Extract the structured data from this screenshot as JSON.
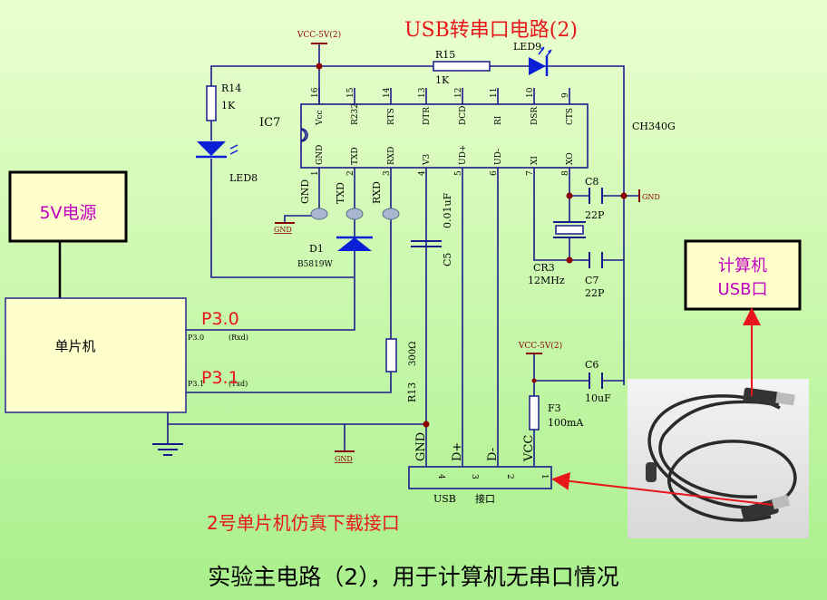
{
  "title": "USB转串口电路(2)",
  "caption": "实验主电路（2），用于计算机无串口情况",
  "bottom_label": "2号单片机仿真下载接口",
  "power_box": "5V电源",
  "mcu_box": "单片机",
  "pc_box": {
    "line1": "计算机",
    "line2": "USB口"
  },
  "p30": "P3.0",
  "p31": "P3.1",
  "p30_small": "P3.0",
  "rxd_small": "(Rxd)",
  "p31_small": "P3.1",
  "txd_small": "(Txd)",
  "ic": {
    "name": "IC7",
    "part": "CH340G",
    "top_nums": [
      "16",
      "15",
      "14",
      "13",
      "12",
      "11",
      "10",
      "9"
    ],
    "top_pins": [
      "Vcc",
      "R232",
      "RTS",
      "DTR",
      "DCD",
      "RI",
      "DSR",
      "CTS"
    ],
    "bot_nums": [
      "1",
      "2",
      "3",
      "4",
      "5",
      "6",
      "7",
      "8"
    ],
    "bot_pins": [
      "GND",
      "TXD",
      "RXD",
      "V3",
      "UD+",
      "UD-",
      "XI",
      "XO"
    ]
  },
  "vcc_top": "VCC-5V(2)",
  "vcc_mid": "VCC-5V(2)",
  "r15": {
    "ref": "R15",
    "val": "1K"
  },
  "led9": "LED9",
  "r14": {
    "ref": "R14",
    "val": "1K"
  },
  "led8": "LED8",
  "d1": {
    "ref": "D1",
    "val": "B5819W"
  },
  "tp": {
    "gnd": "GND",
    "txd": "TXD",
    "rxd": "RXD"
  },
  "gnd": "GND",
  "c5": {
    "ref": "C5",
    "val": "0.01uF"
  },
  "c8": {
    "ref": "C8",
    "val": "22P"
  },
  "c7": {
    "ref": "C7",
    "val": "22P"
  },
  "cr3": {
    "ref": "CR3",
    "val": "12MHz"
  },
  "c6": {
    "ref": "C6",
    "val": "10uF"
  },
  "f3": {
    "ref": "F3",
    "val": "100mA"
  },
  "r13": {
    "ref": "R13",
    "val": "300Ω"
  },
  "usb": {
    "name": "USB",
    "name2": "接口",
    "pins": [
      "4",
      "3",
      "2",
      "1"
    ],
    "sigs": [
      "GND",
      "D+",
      "D-",
      "VCC"
    ]
  },
  "colors": {
    "wire": "#1a1a8c",
    "red_label": "#e8161a",
    "magenta": "#c000c0",
    "dark_red": "#8b0000"
  }
}
